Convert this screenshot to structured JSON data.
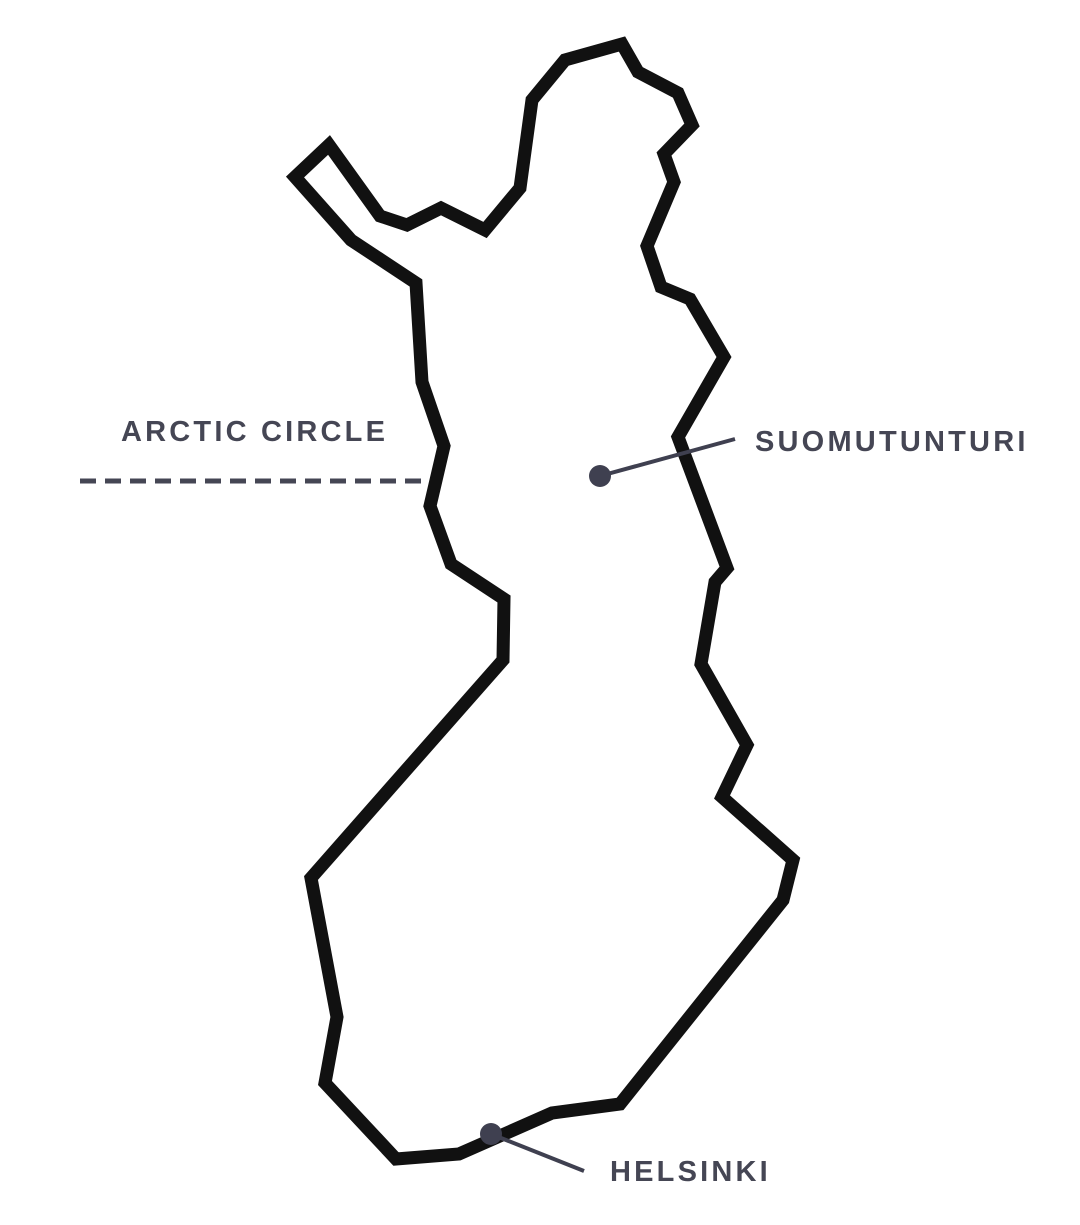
{
  "map": {
    "labels": {
      "arctic_circle": "ARCTIC CIRCLE",
      "suomutunturi": "SUOMUTUNTURI",
      "helsinki": "HELSINKI"
    },
    "colors": {
      "outline": "#111111",
      "label": "#454654",
      "marker": "#3f4050",
      "background": "#ffffff"
    }
  }
}
